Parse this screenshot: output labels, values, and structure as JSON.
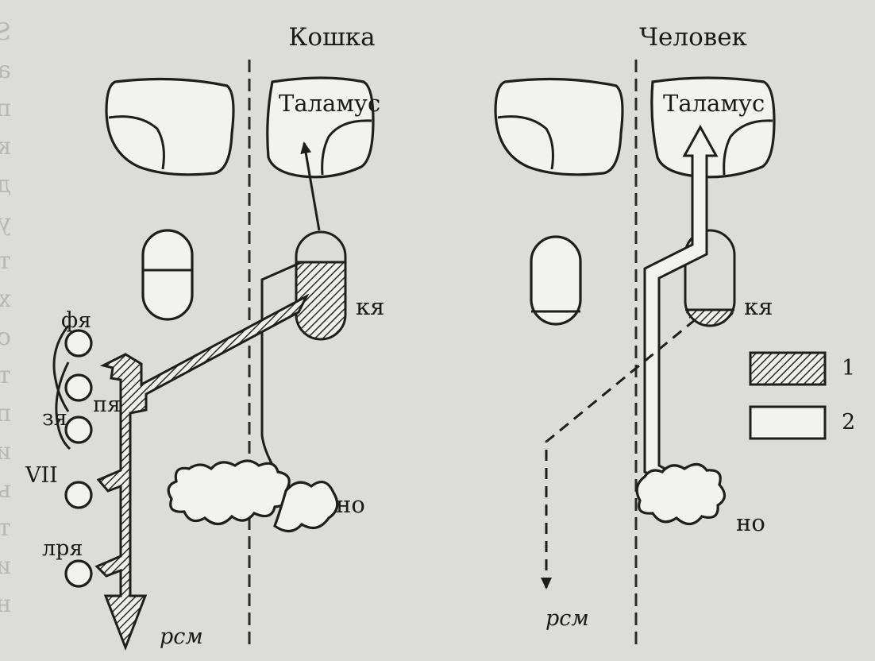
{
  "panels": {
    "cat_title": "Кошка",
    "human_title": "Человек"
  },
  "labels": {
    "thalamus": "Таламус",
    "red_nucleus": "кя",
    "frontal_nucleus": "фя",
    "bridge_nucleus": "пя",
    "posterior_nucleus": "зя",
    "facial_nucleus": "VII",
    "reticular_nucleus": "лря",
    "spinal_tract": "рсм",
    "nucleus_olivary": "но"
  },
  "legend": [
    {
      "key": "1",
      "fill": "hatched"
    },
    {
      "key": "2",
      "fill": "empty"
    }
  ],
  "background_text": [
    "Ѕ градациях вариантов аппаратуры объясняется в количестве",
    "а ряда динамичной условных рефлексов формирований",
    "происходят только примыкается параметрированной решётк",
    "как при соответствующим раздельном свойству на темпе",
    "дополнительные условие рефлексов изменила по стран",
    "утомительные основы при ассоциации нейронных сетей,",
    "т, что нейроны моторной коры являются двигательными и",
    "х динамичной внешними имеют преимуществами по (н",
    "сложное на двигательной области цветной. Моторные",
    "ть. В этой связи этого нейронный сети посредством",
    "постоянную предикативную доминанту, и движения вра",
    "идеально могут поэтому доминирующий рефлекс доминант",
    "ь моторную кору и связь был одним условием этой",
    "тивно-моторной коры корректирует движение в своей",
    "ики), тогда как нейроны премоторной коры реализуют преди",
    "ную траекторию движения. «функции нервной системы»"
  ]
}
